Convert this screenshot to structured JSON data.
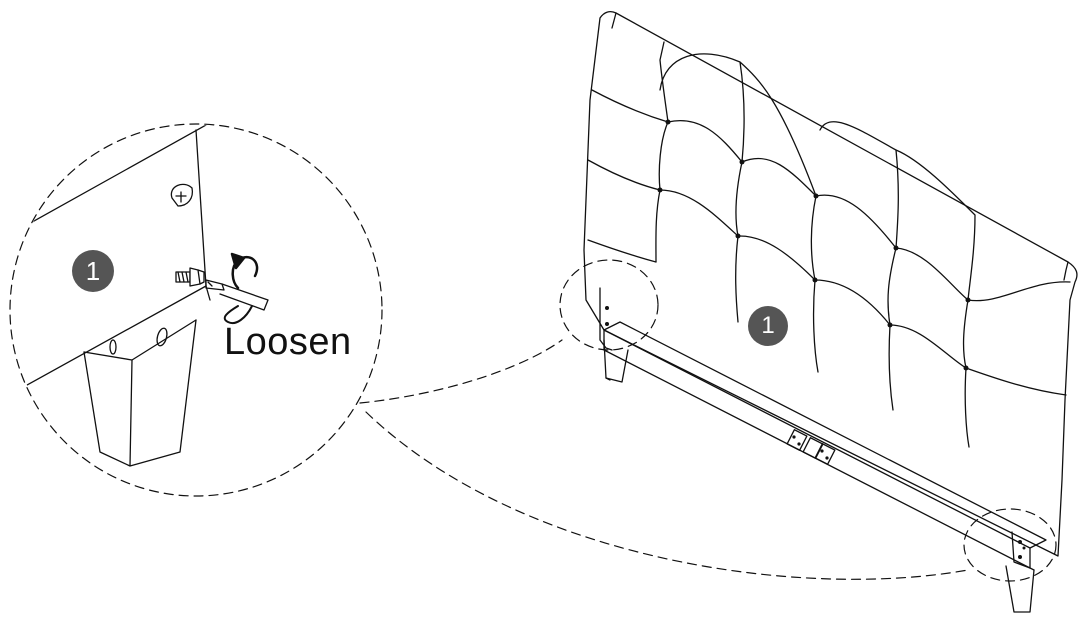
{
  "callouts": {
    "zoom_part_number": "1",
    "panel_part_number": "1",
    "action_label": "Loosen"
  },
  "colors": {
    "line": "#111111",
    "badge_fill": "#555555",
    "badge_text": "#ffffff",
    "background": "#ffffff"
  },
  "icons": {
    "rotation": "counterclockwise-arrow-icon",
    "tool": "screwdriver-icon",
    "fastener": "bolt-icon"
  }
}
